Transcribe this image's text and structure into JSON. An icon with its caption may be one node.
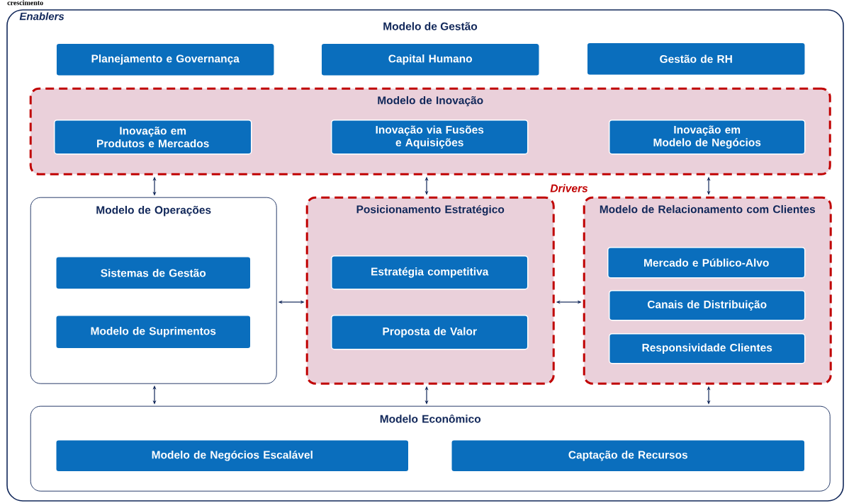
{
  "diagram": {
    "nodes": [
      {
        "text": [
          "Enablers"
        ]
      },
      {
        "text": [
          "Planejamento e Governança"
        ],
        "in": 0
      },
      {
        "text": [
          "Capital Humano"
        ],
        "in": 0
      },
      {
        "text": [
          "Gestão de RH"
        ],
        "in": 0
      },
      {
        "text": [
          "Modelo de Inovação"
        ],
        "in": 0
      },
      {
        "text": [
          "Inovação em Produtos e Mercados"
        ],
        "in": 4
      },
      {
        "text": [
          "Inovação via Fusões e Aquisições"
        ],
        "in": 4
      },
      {
        "text": [
          "Inovação em Modelo de Negócios"
        ],
        "in": 4
      },
      {
        "text": [
          "Modelo de Operações"
        ],
        "in": 0
      },
      {
        "text": [
          "Sistemas de Gestão"
        ],
        "in": 8
      },
      {
        "text": [
          "Modelo de Suprimentos"
        ],
        "in": 8
      },
      {
        "text": [
          "Posicionamento Estratégico"
        ],
        "in": 0
      },
      {
        "text": [
          "Estratégia competitiva"
        ],
        "in": 11
      },
      {
        "text": [
          "Proposta de Valor"
        ],
        "in": 11
      },
      {
        "text": [
          "Modelo de Relacionamento com Clientes"
        ],
        "in": 0
      },
      {
        "text": [
          "Mercado e Público-Alvo"
        ],
        "in": 14
      },
      {
        "text": [
          "Canais de Distribuição"
        ],
        "in": 14
      },
      {
        "text": [
          "Responsividade Clientes"
        ],
        "in": 14
      },
      {
        "text": [
          "Modelo Econômico"
        ],
        "in": 0
      },
      {
        "text": [
          "Modelo de Negócios Escalável"
        ],
        "in": 18
      },
      {
        "text": [
          "Captação de Recursos"
        ],
        "in": 18
      }
    ],
    "edges": [
      {
        "from": 4,
        "to": 8,
        "arrow": "both"
      },
      {
        "from": 4,
        "to": 11,
        "arrow": "both"
      },
      {
        "from": 4,
        "to": 14,
        "arrow": "both"
      },
      {
        "from": 8,
        "to": 11,
        "arrow": "both"
      },
      {
        "from": 11,
        "to": 14,
        "arrow": "both"
      },
      {
        "from": 8,
        "to": 18,
        "arrow": "both"
      },
      {
        "from": 11,
        "to": 18,
        "arrow": "both"
      },
      {
        "from": 14,
        "to": 18,
        "arrow": "both"
      }
    ],
    "labels": [
      "crescimento",
      "Modelo de Gestão",
      "Drivers"
    ]
  }
}
